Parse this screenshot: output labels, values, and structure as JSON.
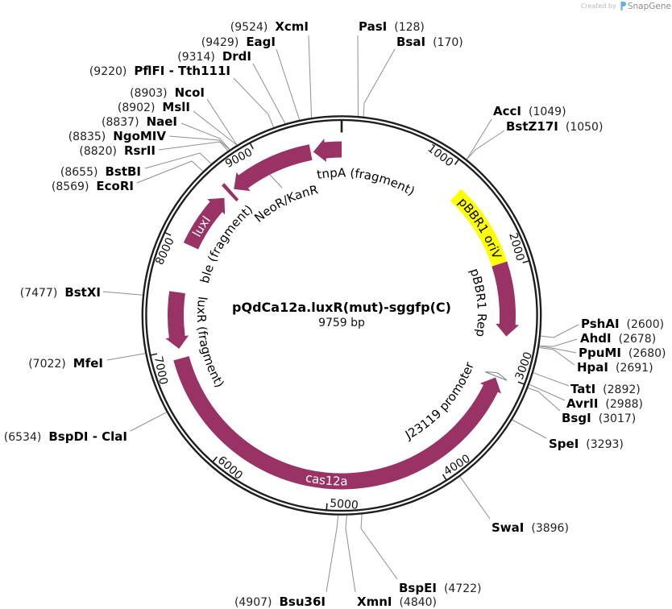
{
  "credit": {
    "prefix": "Created by",
    "brand": "SnapGene",
    "icon": "snapgene-logo-icon",
    "icon_color": "#5db3e6"
  },
  "plasmid": {
    "name": "pQdCa12a.luxR(mut)-sggfp(C)",
    "length_bp": 9759,
    "length_label": "9759 bp"
  },
  "colors": {
    "backbone": "#1e1e1e",
    "feature": "#993366",
    "origin": "#ffff00",
    "leader_line": "#8f8f8f"
  },
  "ticks": [
    {
      "pos": 0,
      "label": ""
    },
    {
      "pos": 1000,
      "label": "1000"
    },
    {
      "pos": 2000,
      "label": "2000"
    },
    {
      "pos": 3000,
      "label": "3000"
    },
    {
      "pos": 4000,
      "label": "4000"
    },
    {
      "pos": 5000,
      "label": "5000"
    },
    {
      "pos": 6000,
      "label": "6000"
    },
    {
      "pos": 7000,
      "label": "7000"
    },
    {
      "pos": 8000,
      "label": "8000"
    },
    {
      "pos": 9000,
      "label": "9000"
    }
  ],
  "features": [
    {
      "label": "tnpA (fragment)",
      "start": 9492,
      "end": 9759,
      "direction": "reverse",
      "color": "#993366",
      "label_color": "#000000"
    },
    {
      "label": "NeoR/KanR",
      "start": 8662,
      "end": 9468,
      "direction": "reverse",
      "color": "#993366",
      "label_color": "#000000"
    },
    {
      "label": "ble (fragment)",
      "start": 8600,
      "end": 8632,
      "direction": "none",
      "color": "#993366",
      "label_color": "#000000"
    },
    {
      "label": "luxI",
      "start": 7990,
      "end": 8540,
      "direction": "forward",
      "color": "#993366",
      "label_color": "#ffffff"
    },
    {
      "label": "luxR (fragment)",
      "start": 7004,
      "end": 7537,
      "direction": "reverse",
      "color": "#993366",
      "label_color": "#000000"
    },
    {
      "label": "cas12a",
      "start": 3035,
      "end": 6913,
      "direction": "reverse",
      "color": "#993366",
      "label_color": "#ffffff"
    },
    {
      "label": "J23119 promoter",
      "start": 2990,
      "end": 3022,
      "direction": "reverse",
      "color": "#ffffff",
      "outline": "#808080",
      "label_color": "#000000"
    },
    {
      "label": "pBBR1 oriV",
      "start": 1177,
      "end": 1949,
      "direction": "none",
      "color": "#ffff00",
      "label_color": "#000000"
    },
    {
      "label": "pBBR1 Rep",
      "start": 1950,
      "end": 2637,
      "direction": "forward",
      "color": "#993366",
      "label_color": "#000000"
    }
  ],
  "enzymes": [
    {
      "name": "XcmI",
      "site": 9524,
      "site_label": "(9524)"
    },
    {
      "name": "EagI",
      "site": 9429,
      "site_label": "(9429)"
    },
    {
      "name": "DrdI",
      "site": 9314,
      "site_label": "(9314)"
    },
    {
      "name": "PflFI - Tth111I",
      "site": 9220,
      "site_label": "(9220)"
    },
    {
      "name": "NcoI",
      "site": 8903,
      "site_label": "(8903)"
    },
    {
      "name": "MslI",
      "site": 8902,
      "site_label": "(8902)"
    },
    {
      "name": "NaeI",
      "site": 8837,
      "site_label": "(8837)"
    },
    {
      "name": "NgoMIV",
      "site": 8835,
      "site_label": "(8835)"
    },
    {
      "name": "RsrII",
      "site": 8820,
      "site_label": "(8820)"
    },
    {
      "name": "BstBI",
      "site": 8655,
      "site_label": "(8655)"
    },
    {
      "name": "EcoRI",
      "site": 8569,
      "site_label": "(8569)"
    },
    {
      "name": "PasI",
      "site": 128,
      "site_label": "(128)"
    },
    {
      "name": "BsaI",
      "site": 170,
      "site_label": "(170)"
    },
    {
      "name": "AccI",
      "site": 1049,
      "site_label": "(1049)"
    },
    {
      "name": "BstZ17I",
      "site": 1050,
      "site_label": "(1050)"
    },
    {
      "name": "PshAI",
      "site": 2600,
      "site_label": "(2600)"
    },
    {
      "name": "AhdI",
      "site": 2678,
      "site_label": "(2678)"
    },
    {
      "name": "PpuMI",
      "site": 2680,
      "site_label": "(2680)"
    },
    {
      "name": "HpaI",
      "site": 2691,
      "site_label": "(2691)"
    },
    {
      "name": "TatI",
      "site": 2892,
      "site_label": "(2892)"
    },
    {
      "name": "AvrII",
      "site": 2988,
      "site_label": "(2988)"
    },
    {
      "name": "BsgI",
      "site": 3017,
      "site_label": "(3017)"
    },
    {
      "name": "SpeI",
      "site": 3293,
      "site_label": "(3293)"
    },
    {
      "name": "SwaI",
      "site": 3896,
      "site_label": "(3896)"
    },
    {
      "name": "BspEI",
      "site": 4722,
      "site_label": "(4722)"
    },
    {
      "name": "XmnI",
      "site": 4840,
      "site_label": "(4840)"
    },
    {
      "name": "Bsu36I",
      "site": 4907,
      "site_label": "(4907)"
    },
    {
      "name": "BspDI - ClaI",
      "site": 6534,
      "site_label": "(6534)"
    },
    {
      "name": "MfeI",
      "site": 7022,
      "site_label": "(7022)"
    },
    {
      "name": "BstXI",
      "site": 7477,
      "site_label": "(7477)"
    }
  ]
}
